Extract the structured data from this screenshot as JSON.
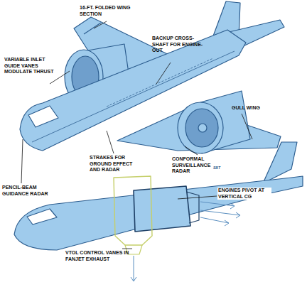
{
  "diagram": {
    "labels": [
      "16-FT. FOLDED WING SECTION",
      "BACKUP CROSS-SHAFT FOR ENGINE-OUT",
      "VARIABLE INLET GUIDE VANES MODULATE THRUST",
      "GULL WING",
      "STRAKES FOR GROUND EFFECT AND RADAR",
      "CONFORMAL SURVEILLANCE RADAR",
      "PENCIL-BEAM GUIDANCE RADAR",
      "ENGINES PIVOT AT VERTICAL CG",
      "VTOL CONTROL VANES IN FANJET EXHAUST",
      "SBT"
    ]
  }
}
